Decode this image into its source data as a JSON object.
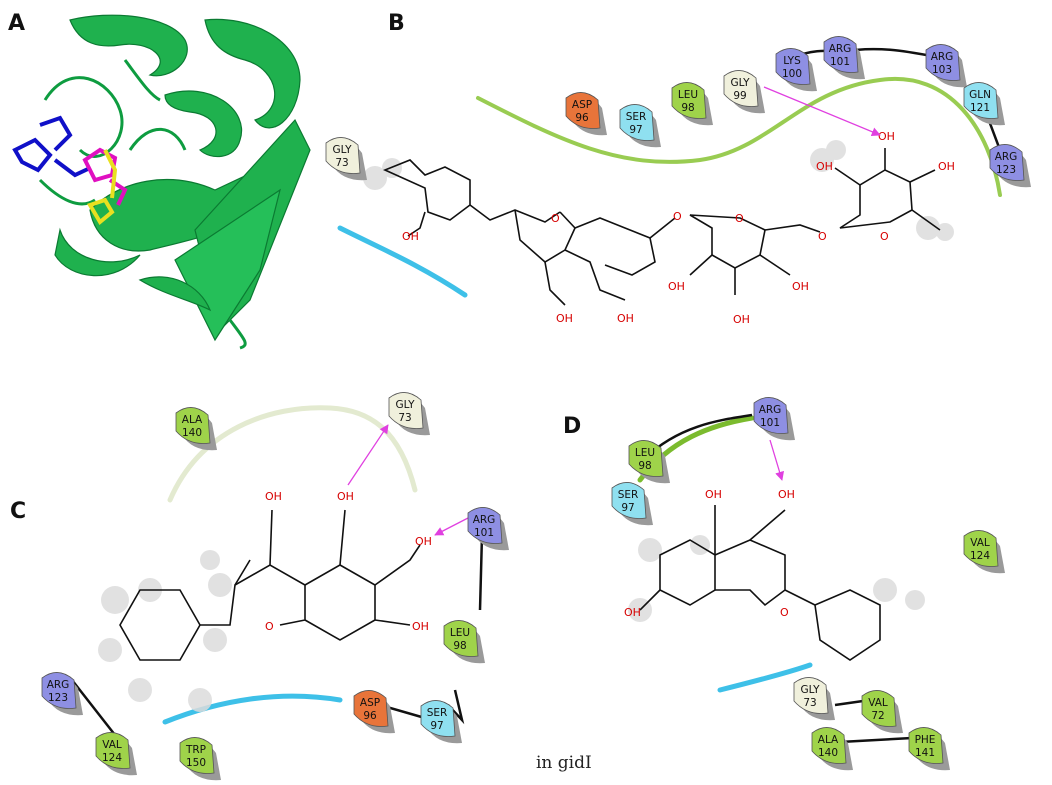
{
  "panels": [
    {
      "label": "A"
    },
    {
      "label": "B"
    },
    {
      "label": "C"
    },
    {
      "label": "D"
    }
  ],
  "atom_label": "OH",
  "ring_oxygen": "O",
  "footer_text": "in gidI",
  "colors": {
    "hydrophobic": "#9fd34a",
    "polar": "#8fe0f0",
    "positive": "#8e8fe3",
    "negative": "#e8743a",
    "glycine": "#f0f0dc",
    "hbond": "#e040e0",
    "protein_green": "#12b34a"
  },
  "residues_B": [
    {
      "name": "ASP",
      "num": "96",
      "type": "negative"
    },
    {
      "name": "SER",
      "num": "97",
      "type": "polar"
    },
    {
      "name": "LEU",
      "num": "98",
      "type": "hydrophobic"
    },
    {
      "name": "GLY",
      "num": "99",
      "type": "glycine"
    },
    {
      "name": "LYS",
      "num": "100",
      "type": "positive"
    },
    {
      "name": "ARG",
      "num": "101",
      "type": "positive"
    },
    {
      "name": "ARG",
      "num": "103",
      "type": "positive"
    },
    {
      "name": "GLN",
      "num": "121",
      "type": "polar"
    },
    {
      "name": "ARG",
      "num": "123",
      "type": "positive"
    },
    {
      "name": "GLY",
      "num": "73",
      "type": "glycine"
    }
  ],
  "residues_C": [
    {
      "name": "ALA",
      "num": "140",
      "type": "hydrophobic"
    },
    {
      "name": "GLY",
      "num": "73",
      "type": "glycine"
    },
    {
      "name": "ARG",
      "num": "101",
      "type": "positive"
    },
    {
      "name": "LEU",
      "num": "98",
      "type": "hydrophobic"
    },
    {
      "name": "SER",
      "num": "97",
      "type": "polar"
    },
    {
      "name": "ASP",
      "num": "96",
      "type": "negative"
    },
    {
      "name": "ARG",
      "num": "123",
      "type": "positive"
    },
    {
      "name": "VAL",
      "num": "124",
      "type": "hydrophobic"
    },
    {
      "name": "TRP",
      "num": "150",
      "type": "hydrophobic"
    }
  ],
  "residues_D": [
    {
      "name": "ARG",
      "num": "101",
      "type": "positive"
    },
    {
      "name": "LEU",
      "num": "98",
      "type": "hydrophobic"
    },
    {
      "name": "SER",
      "num": "97",
      "type": "polar"
    },
    {
      "name": "VAL",
      "num": "124",
      "type": "hydrophobic"
    },
    {
      "name": "GLY",
      "num": "73",
      "type": "glycine"
    },
    {
      "name": "VAL",
      "num": "72",
      "type": "hydrophobic"
    },
    {
      "name": "ALA",
      "num": "140",
      "type": "hydrophobic"
    },
    {
      "name": "PHE",
      "num": "141",
      "type": "hydrophobic"
    }
  ]
}
